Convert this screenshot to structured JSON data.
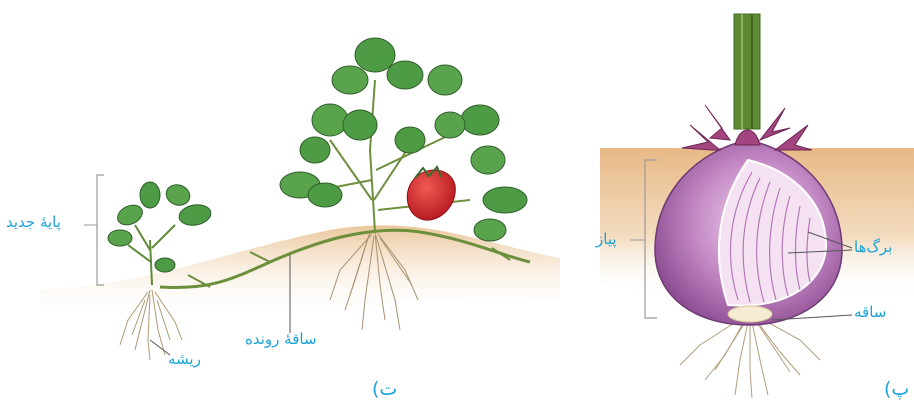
{
  "left_figure": {
    "figure_label": "ت)",
    "labels": {
      "new_plant": "پایهٔ جدید",
      "runner": "ساقهٔ رونده",
      "root": "ریشه"
    }
  },
  "right_figure": {
    "figure_label": "پ)",
    "labels": {
      "onion": "پیاز",
      "leaves": "برگ‌ها",
      "stem": "ساقه"
    }
  },
  "colors": {
    "label_text": "#1aa3d9",
    "soil": "#e8c9a0",
    "leaf": "#4e9b46",
    "onion": "#b774b6",
    "strawberry": "#d1262c"
  }
}
